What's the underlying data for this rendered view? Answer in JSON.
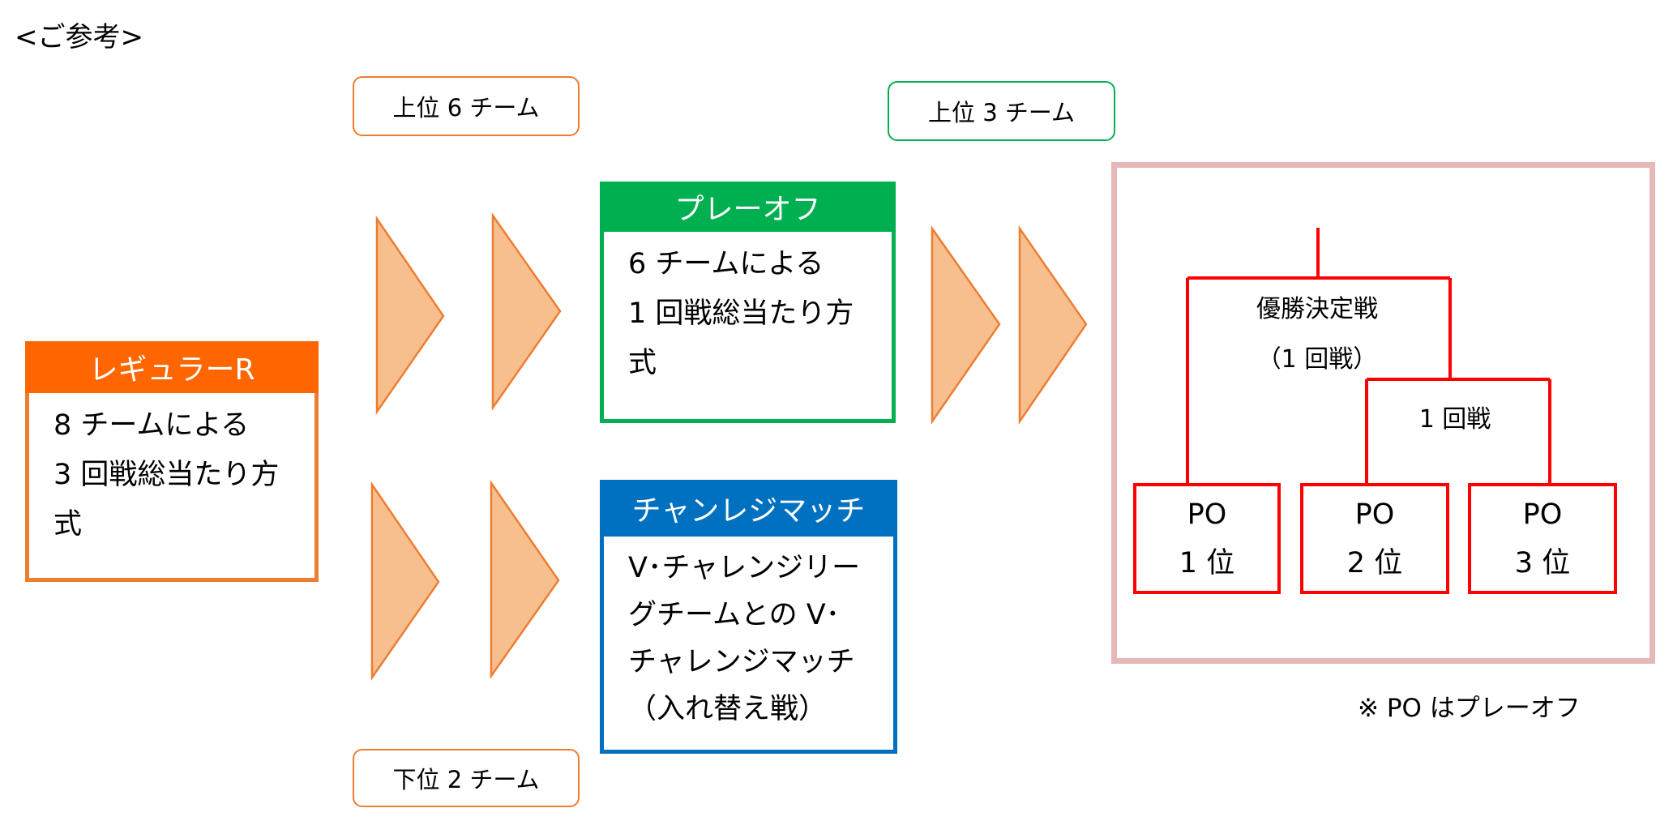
{
  "heading": "<ご参考>",
  "labels": {
    "top6": "上位 6 チーム",
    "top3": "上位 3 チーム",
    "bottom2": "下位 2 チーム"
  },
  "regular": {
    "title": "レギュラーR",
    "body": "8 チームによる\n3 回戦総当たり方\n式"
  },
  "playoff": {
    "title": "プレーオフ",
    "body": "6 チームによる\n1 回戦総当たり方\n式"
  },
  "challenge": {
    "title": "チャンレジマッチ",
    "body": "V･チャレンジリー\nグチームとの V･\nチャレンジマッチ\n（入れ替え戦）"
  },
  "bracket": {
    "final_label": "優勝決定戦",
    "final_rounds": "（1 回戦）",
    "semi_label": "1 回戦",
    "po1": {
      "top": "PO",
      "bottom": "1 位"
    },
    "po2": {
      "top": "PO",
      "bottom": "2 位"
    },
    "po3": {
      "top": "PO",
      "bottom": "3 位"
    }
  },
  "note": "※  PO はプレーオフ",
  "colors": {
    "orange": "#ED7D31",
    "regular_header": "#FF6600",
    "green": "#00B050",
    "blue": "#0070C0",
    "red": "#FF0000",
    "pink_frame": "#E6B8B7",
    "arrow_fill": "#F8BF8E"
  }
}
